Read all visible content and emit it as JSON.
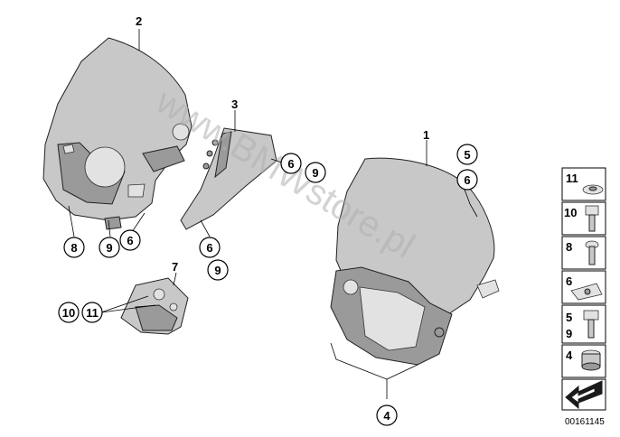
{
  "diagram_id": "00161145",
  "watermark": "www.BMWstore.pl",
  "callouts": {
    "c1": "1",
    "c2": "2",
    "c3": "3",
    "c7": "7",
    "c4": "4",
    "c5": "5",
    "c6a": "6",
    "c6b": "6",
    "c6c": "6",
    "c6d": "6",
    "c8": "8",
    "c9a": "9",
    "c9b": "9",
    "c9c": "9",
    "c10": "10",
    "c11": "11"
  },
  "legend": {
    "l11": "11",
    "l10": "10",
    "l8": "8",
    "l6": "6",
    "l5": "5",
    "l9": "9",
    "l4": "4"
  }
}
